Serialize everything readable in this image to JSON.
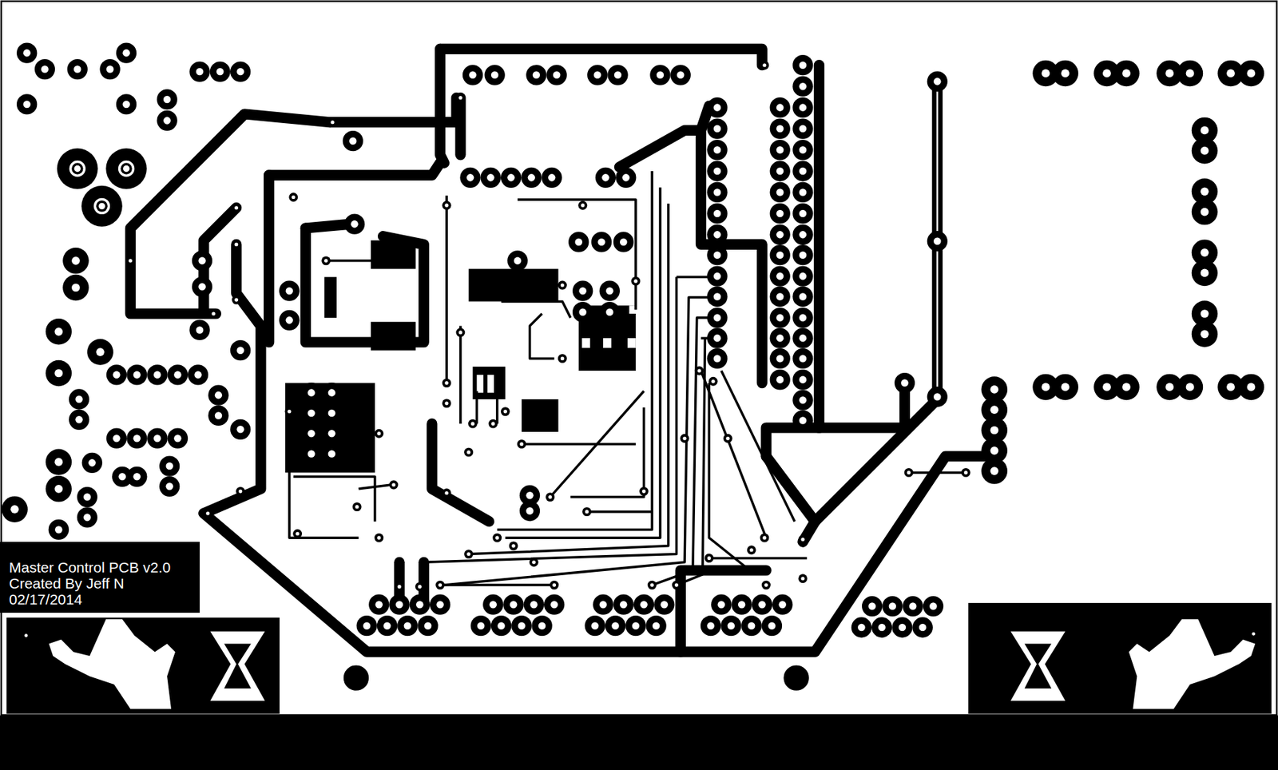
{
  "diagram": {
    "labels": [
      "Master Control PCB v2.0",
      "Created By Jeff N",
      "02/17/2014"
    ]
  }
}
